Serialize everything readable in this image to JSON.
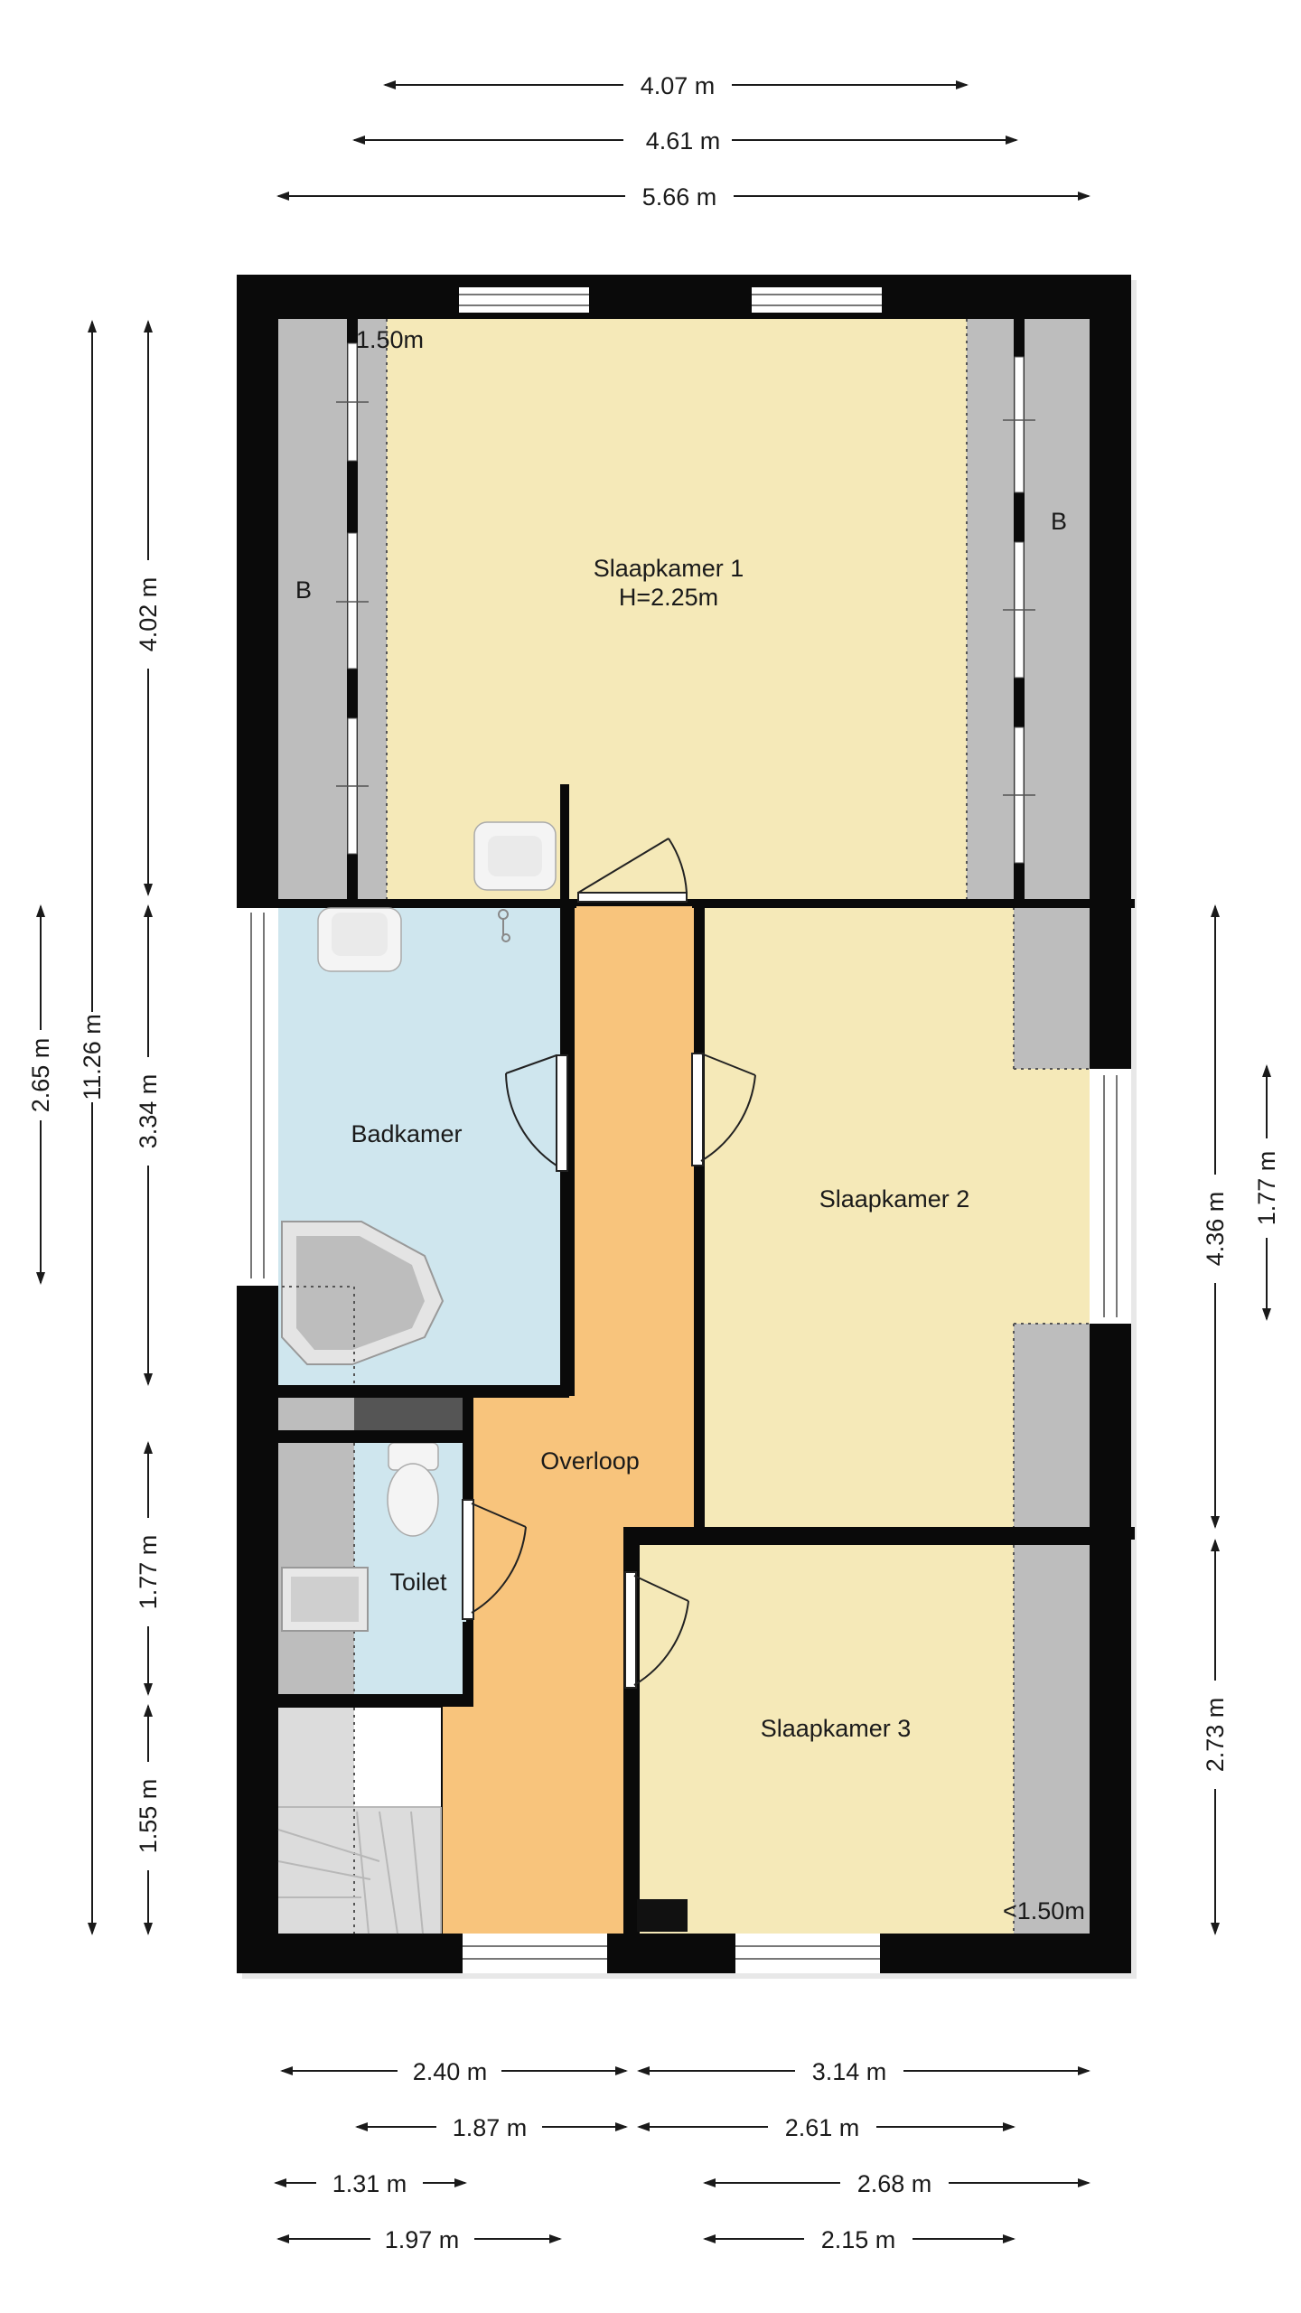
{
  "dimensions": {
    "top": [
      "4.07 m",
      "4.61 m",
      "5.66 m"
    ],
    "left_outer": [
      "2.65 m",
      "11.26 m"
    ],
    "left_inner": [
      "4.02 m",
      "3.34 m",
      "1.77 m",
      "1.55 m"
    ],
    "right": [
      "4.36 m",
      "1.77 m",
      "2.73 m"
    ],
    "bottom": [
      "2.40 m",
      "3.14 m",
      "1.87 m",
      "2.61 m",
      "1.31 m",
      "2.68 m",
      "1.97 m",
      "2.15 m"
    ]
  },
  "rooms": {
    "slaapkamer1": {
      "name": "Slaapkamer 1",
      "height": "H=2.25m"
    },
    "slaapkamer2": {
      "name": "Slaapkamer 2"
    },
    "slaapkamer3": {
      "name": "Slaapkamer 3"
    },
    "badkamer": {
      "name": "Badkamer"
    },
    "toilet": {
      "name": "Toilet"
    },
    "overloop": {
      "name": "Overloop"
    }
  },
  "labels": {
    "storage_left": "B",
    "storage_right": "B",
    "low_height_top": "1.50m",
    "low_height_bottom": "<1.50m"
  },
  "colors": {
    "wall": "#0a0a0a",
    "bedroom": "#f5e9b8",
    "bath": "#cfe6ee",
    "hall": "#f8c47c",
    "slope": "#bdbdbd"
  }
}
